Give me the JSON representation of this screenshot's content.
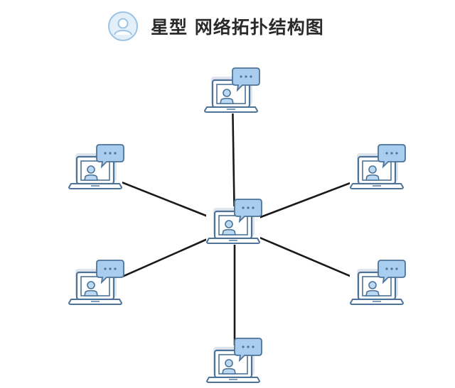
{
  "title": "星型 网络拓扑结构图",
  "icons": {
    "header": "user-avatar-icon",
    "node": "laptop-chat-user-icon"
  },
  "colors": {
    "icon_stroke": "#4d7398",
    "icon_fill": "#bcd9f3",
    "bubble_fill": "#a8cdee",
    "link": "#1a1a1a",
    "title": "#2a2a2a"
  },
  "topology": {
    "type": "star",
    "hub": "center",
    "nodes": [
      "top",
      "upper-left",
      "upper-right",
      "center",
      "lower-left",
      "lower-right",
      "bottom"
    ],
    "links": [
      [
        "center",
        "top"
      ],
      [
        "center",
        "upper-left"
      ],
      [
        "center",
        "upper-right"
      ],
      [
        "center",
        "lower-left"
      ],
      [
        "center",
        "lower-right"
      ],
      [
        "center",
        "bottom"
      ]
    ]
  }
}
